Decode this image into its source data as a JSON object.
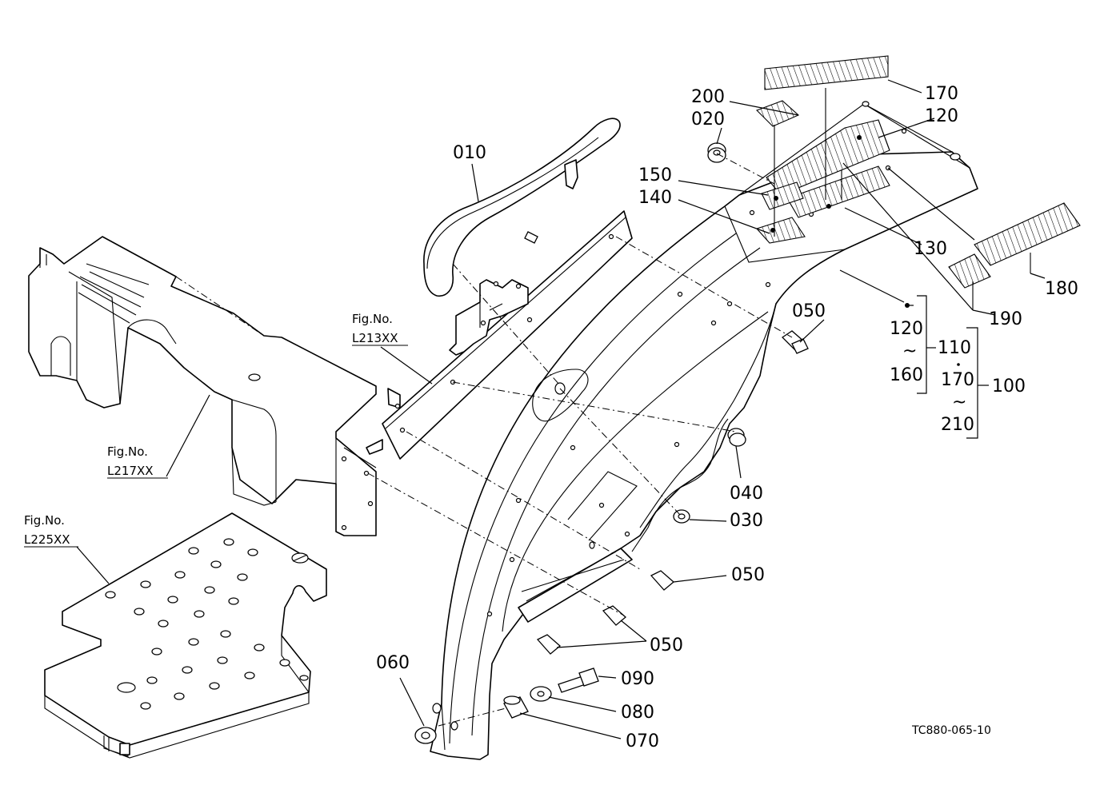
{
  "diagram": {
    "part_numbers": {
      "p010": "010",
      "p020": "020",
      "p030": "030",
      "p040": "040",
      "p050a": "050",
      "p050b": "050",
      "p050c": "050",
      "p060": "060",
      "p070": "070",
      "p080": "080",
      "p090": "090",
      "p120a": "120",
      "p130": "130",
      "p140": "140",
      "p150": "150",
      "p170": "170",
      "p180": "180",
      "p190": "190",
      "p200": "200"
    },
    "groups": {
      "g120": "120",
      "g160": "160",
      "g110": "110",
      "g170": "170",
      "g210": "210",
      "g100": "100",
      "tilde": "~"
    },
    "figure_refs": [
      {
        "line1": "Fig.No.",
        "line2": "L213XX"
      },
      {
        "line1": "Fig.No.",
        "line2": "L217XX"
      },
      {
        "line1": "Fig.No.",
        "line2": "L225XX"
      }
    ],
    "drawing_code": "TC880-065-10"
  }
}
